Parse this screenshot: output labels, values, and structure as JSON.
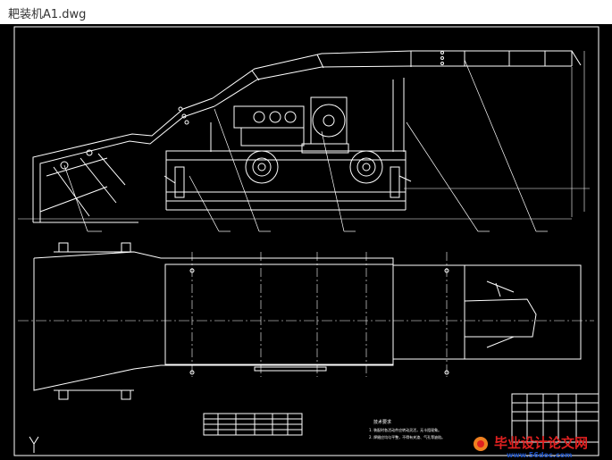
{
  "window": {
    "title": "耙装机A1.dwg"
  },
  "drawing": {
    "tech_requirements_title": "技术要求",
    "tech_requirements": [
      "1. 装配时各活动件应转动灵活，无卡阻现象。",
      "2. 焊缝应均匀平整，不得有夹渣、气孔等缺陷。"
    ],
    "watermark_text": "毕业设计论文网",
    "watermark_url": "www.56doc.com",
    "ucs_label": "Y",
    "colors": {
      "background": "#000000",
      "linework": "#ffffff",
      "watermark_red": "#e02020",
      "watermark_blue": "#1a4fc0",
      "logo_orange": "#f08020"
    }
  }
}
